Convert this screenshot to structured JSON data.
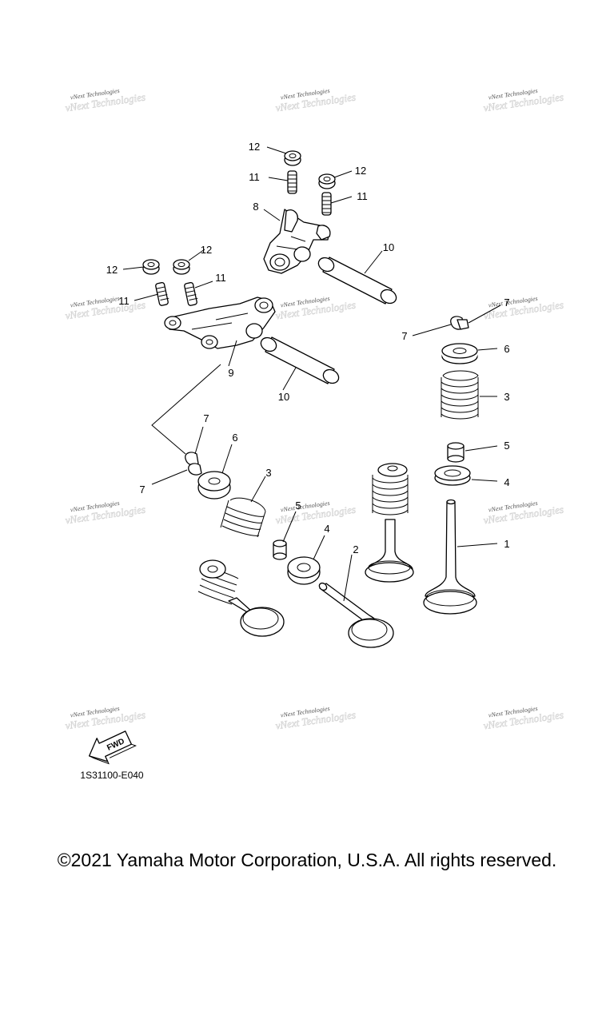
{
  "watermark_text": "vNext Technologies",
  "drawing_code": "1S31100-E040",
  "fwd_label": "FWD",
  "copyright": "©2021 Yamaha Motor Corporation, U.S.A. All rights reserved.",
  "callouts": {
    "n1": "1",
    "n2": "2",
    "n3": "3",
    "n4": "4",
    "n5": "5",
    "n6": "6",
    "n7": "7",
    "n8": "8",
    "n9": "9",
    "n10": "10",
    "n11": "11",
    "n12": "12"
  }
}
